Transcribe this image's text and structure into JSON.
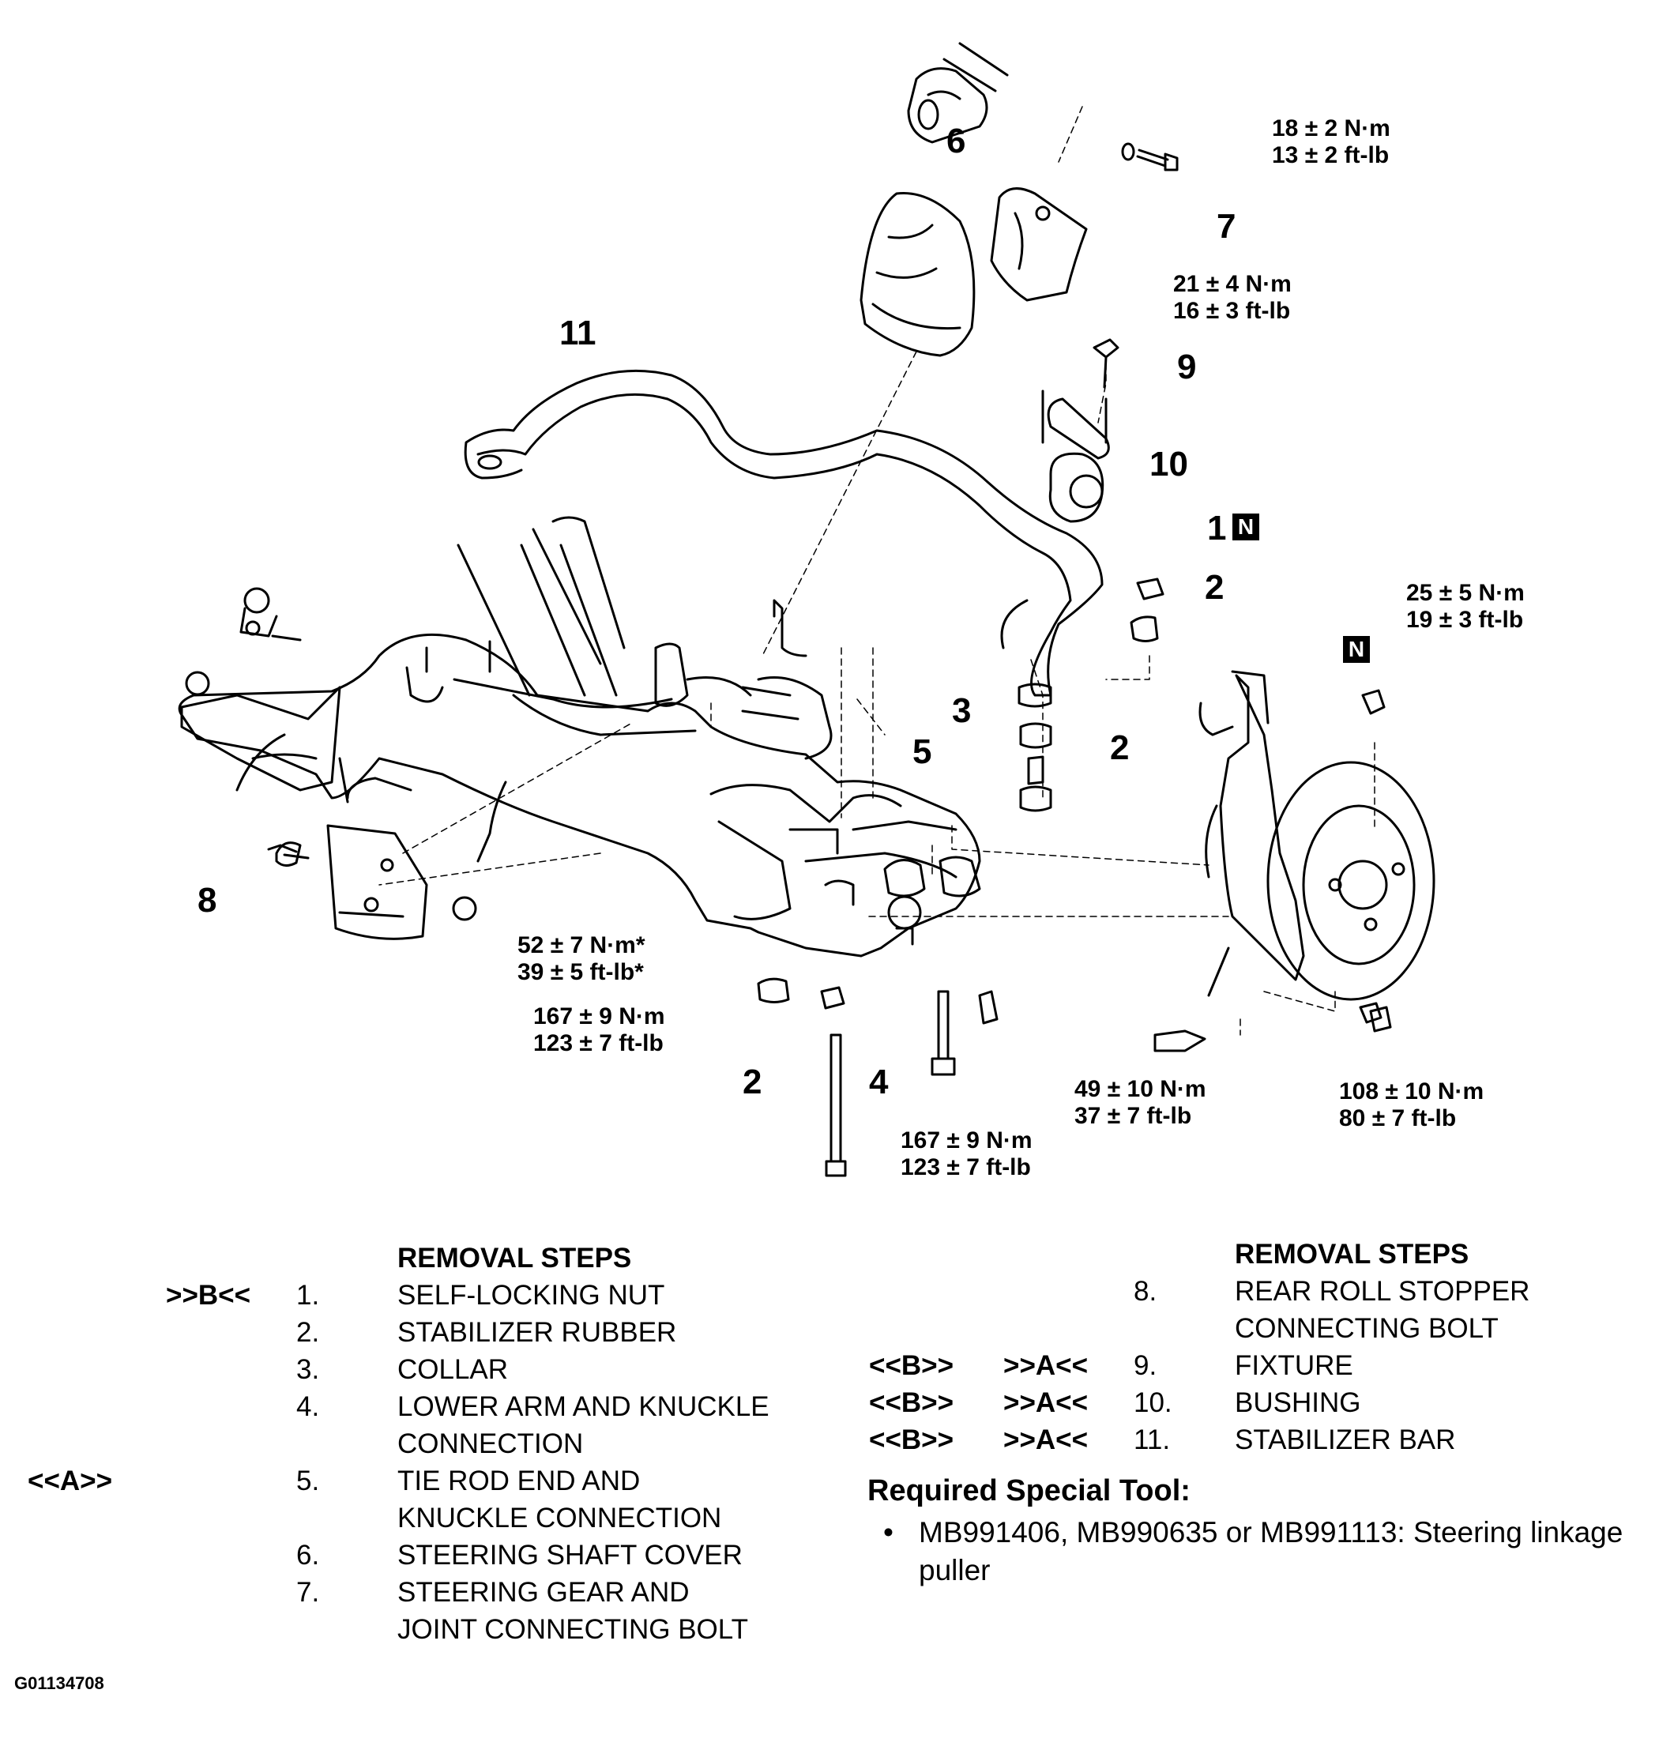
{
  "callouts": {
    "n1": "1",
    "n1_tag": "N",
    "n2a": "2",
    "n2b": "2",
    "n2c": "2",
    "n3": "3",
    "n4": "4",
    "n5": "5",
    "n6": "6",
    "n7": "7",
    "n8": "8",
    "n9": "9",
    "n10": "10",
    "n11": "11",
    "nut_tag": "N"
  },
  "torques": {
    "t1": [
      "18 ± 2 N·m",
      "13 ± 2 ft-lb"
    ],
    "t2": [
      "21 ± 4 N·m",
      "16 ± 3 ft-lb"
    ],
    "t3": [
      "25 ± 5 N·m",
      "19 ± 3 ft-lb"
    ],
    "t4": [
      "52 ± 7 N·m*",
      "39 ± 5 ft-lb*"
    ],
    "t5": [
      "167 ± 9 N·m",
      "123 ± 7 ft-lb"
    ],
    "t6": [
      "49 ± 10 N·m",
      "37 ± 7 ft-lb"
    ],
    "t7": [
      "167 ± 9 N·m",
      "123 ± 7 ft-lb"
    ],
    "t8": [
      "108 ± 10 N·m",
      "80 ± 7 ft-lb"
    ]
  },
  "left_steps": {
    "header": "REMOVAL STEPS",
    "rows": [
      {
        "mark": ">>B<<",
        "num": "1.",
        "text": "SELF-LOCKING NUT"
      },
      {
        "mark": "",
        "num": "2.",
        "text": "STABILIZER RUBBER"
      },
      {
        "mark": "",
        "num": "3.",
        "text": "COLLAR"
      },
      {
        "mark": "",
        "num": "4.",
        "text": "LOWER ARM AND KNUCKLE"
      },
      {
        "mark": "",
        "num": "",
        "text": "CONNECTION"
      },
      {
        "mark": "<<A>>",
        "num": "5.",
        "text": "TIE ROD END AND"
      },
      {
        "mark": "",
        "num": "",
        "text": "KNUCKLE CONNECTION"
      },
      {
        "mark": "",
        "num": "6.",
        "text": "STEERING SHAFT COVER"
      },
      {
        "mark": "",
        "num": "7.",
        "text": "STEERING GEAR AND"
      },
      {
        "mark": "",
        "num": "",
        "text": "JOINT CONNECTING BOLT"
      }
    ]
  },
  "right_steps": {
    "header": "REMOVAL STEPS",
    "rows": [
      {
        "mark1": "",
        "mark2": "",
        "num": "8.",
        "text": "REAR ROLL STOPPER"
      },
      {
        "mark1": "",
        "mark2": "",
        "num": "",
        "text": "CONNECTING BOLT"
      },
      {
        "mark1": "<<B>>",
        "mark2": ">>A<<",
        "num": "9.",
        "text": "FIXTURE"
      },
      {
        "mark1": "<<B>>",
        "mark2": ">>A<<",
        "num": "10.",
        "text": "BUSHING"
      },
      {
        "mark1": "<<B>>",
        "mark2": ">>A<<",
        "num": "11.",
        "text": "STABILIZER BAR"
      }
    ]
  },
  "special_tool": {
    "title": "Required Special Tool:",
    "bullet": "•",
    "text": "MB991406, MB990635 or MB991113: Steering linkage puller"
  },
  "figure_id": "G01134708"
}
